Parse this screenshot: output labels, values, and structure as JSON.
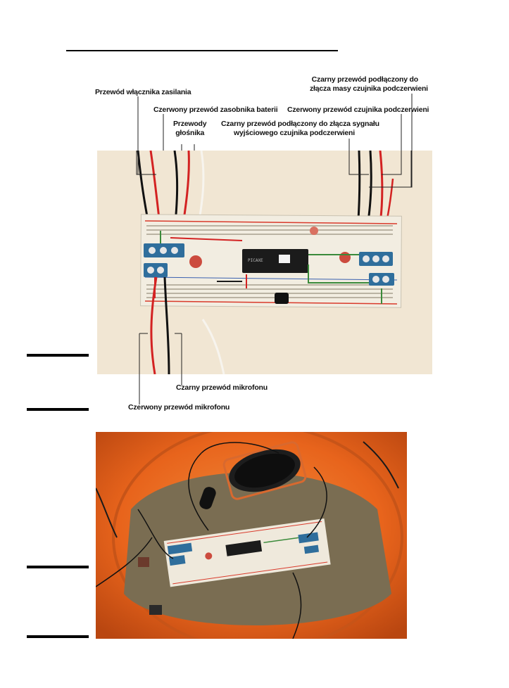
{
  "figure1": {
    "callouts": {
      "power_switch": "Przewód włącznika zasilania",
      "battery_red": "Czerwony przewód zasobnika baterii",
      "speaker": "Przewody\ngłośnika",
      "ir_signal_black": "Czarny przewód podłączony do złącza sygnału\nwyjściowego czujnika podczerwieni",
      "ir_ground_black": "Czarny przewód podłączony do\nzłącza masy czujnika podczerwieni",
      "ir_red": "Czerwony przewód czujnika podczerwieni",
      "mic_black": "Czarny przewód mikrofonu",
      "mic_red": "Czerwony przewód mikrofonu"
    }
  },
  "colors": {
    "wood_bg": "#eee3cf",
    "breadboard": "#efe9dc",
    "rail_red": "#d93a2b",
    "terminal_blue": "#2f6e9c",
    "bucket_orange": "#e8641c",
    "felt_khaki": "#7a6d52"
  }
}
